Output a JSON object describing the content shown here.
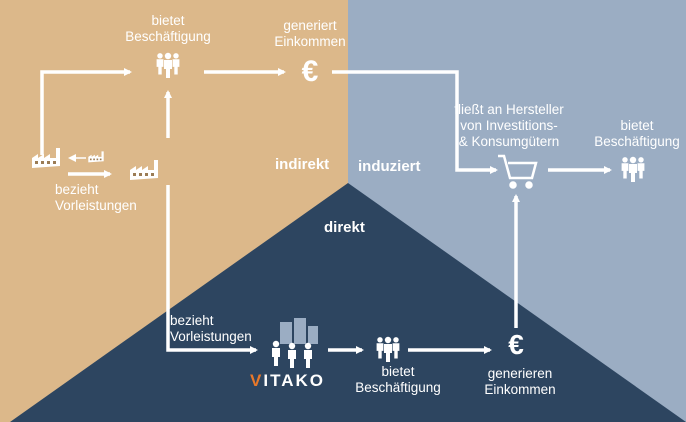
{
  "colors": {
    "indirect_bg": "#dcb88a",
    "induced_bg": "#9badc3",
    "direct_bg": "#2d4560",
    "foreground": "#ffffff",
    "brand_accent": "#e8782a"
  },
  "regions": {
    "indirect": "indirekt",
    "induced": "induziert",
    "direct": "direkt"
  },
  "indirect": {
    "employment_label": "bietet\nBeschäftigung",
    "income_label": "generiert\nEinkommen",
    "supply_label": "bezieht\nVorleistungen"
  },
  "induced": {
    "flow_label": "fließt an Hersteller\nvon Investitions-\n& Konsumgütern",
    "employment_label": "bietet\nBeschäftigung"
  },
  "direct": {
    "supply_label": "bezieht\nVorleistungen",
    "company": {
      "letter_v": "V",
      "rest": "ITAKO"
    },
    "employment_label": "bietet\nBeschäftigung",
    "income_label": "generieren\nEinkommen"
  },
  "icons": {
    "euro_symbol": "€",
    "names": [
      "people-icon",
      "euro-icon",
      "factory-icon",
      "shopping-cart-icon",
      "office-buildings-icon"
    ]
  }
}
